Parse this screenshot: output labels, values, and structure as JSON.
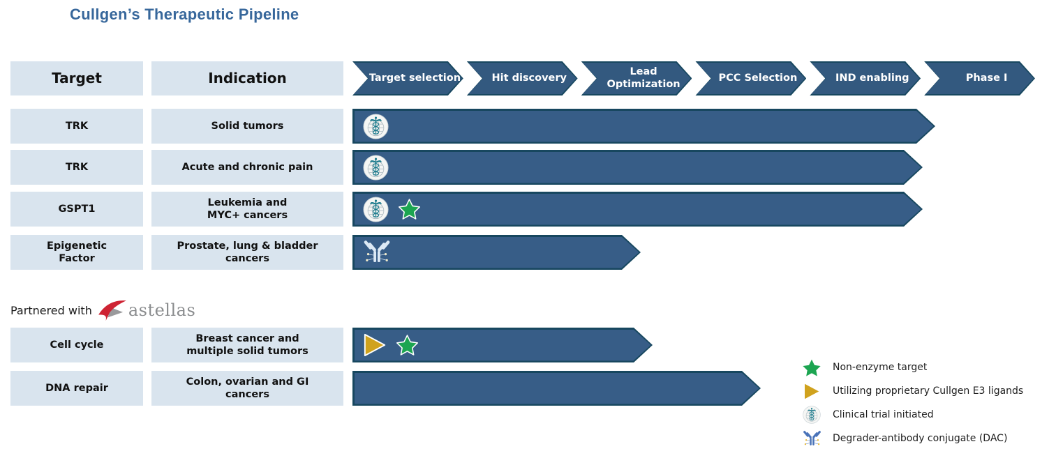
{
  "title": "Cullgen’s Therapeutic Pipeline",
  "table": {
    "target_header": "Target",
    "indication_header": "Indication"
  },
  "stages": [
    {
      "label": "Target selection"
    },
    {
      "label": "Hit discovery"
    },
    {
      "label": "Lead Optimization"
    },
    {
      "label": "PCC Selection"
    },
    {
      "label": "IND enabling"
    },
    {
      "label": "Phase I"
    }
  ],
  "programs": [
    {
      "target": "TRK",
      "indication": "Solid tumors",
      "icons": [
        "clinical-trial-icon"
      ],
      "arrow_css": "width:835px"
    },
    {
      "target": "TRK",
      "indication": "Acute and chronic pain",
      "icons": [
        "clinical-trial-icon"
      ],
      "arrow_css": "width:817px"
    },
    {
      "target": "GSPT1",
      "indication": "Leukemia and\nMYC+ cancers",
      "icons": [
        "clinical-trial-icon",
        "non-enzyme-star-icon"
      ],
      "arrow_css": "width:817px"
    },
    {
      "target": "Epigenetic\nFactor",
      "indication": "Prostate, lung & bladder\ncancers",
      "icons": [
        "dac-antibody-icon"
      ],
      "arrow_css": "width:413px"
    },
    {
      "target": "Cell cycle",
      "indication": "Breast cancer and\nmultiple solid tumors",
      "icons": [
        "e3-ligand-triangle-icon",
        "non-enzyme-star-icon"
      ],
      "arrow_css": "width:430px"
    },
    {
      "target": "DNA repair",
      "indication": "Colon, ovarian and GI\ncancers",
      "icons": [],
      "arrow_css": "width:585px"
    }
  ],
  "partner": {
    "prefix": "Partnered with",
    "name": "astellas"
  },
  "legend": [
    {
      "icon": "non-enzyme-star-icon",
      "label": "Non-enzyme target"
    },
    {
      "icon": "e3-ligand-triangle-icon",
      "label": "Utilizing proprietary Cullgen E3 ligands"
    },
    {
      "icon": "clinical-trial-icon",
      "label": "Clinical trial initiated"
    },
    {
      "icon": "dac-antibody-icon",
      "label": "Degrader-antibody conjugate (DAC)"
    }
  ],
  "colors": {
    "arrow_blue": "#375D87",
    "chevron_blue": "#33597F",
    "outline_dark": "#17475F",
    "box_light_blue": "#D9E4EE",
    "title_blue": "#37679B",
    "star_green": "#1CA551",
    "triangle_gold": "#D0A21D",
    "caduceus_teal": "#1A7A8C",
    "dac_blue": "#4A73B8",
    "astellas_red": "#CE2333",
    "astellas_gray": "#9A9A9C"
  }
}
